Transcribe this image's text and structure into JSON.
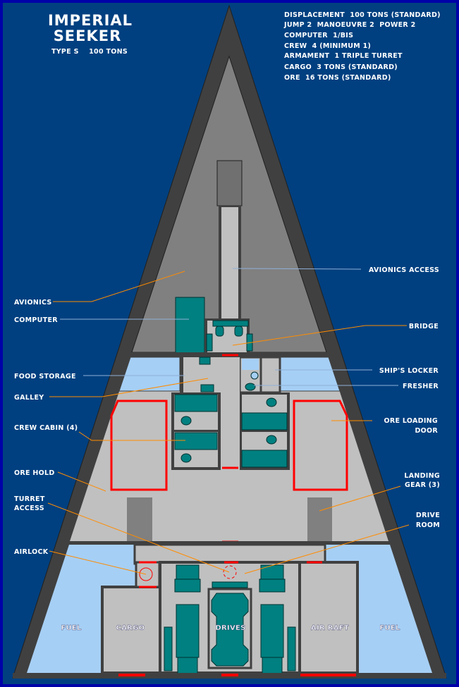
{
  "title": {
    "line1": "IMPERIAL",
    "line2": "SEEKER",
    "subtitle": "TYPE S    100 TONS"
  },
  "specs": [
    "DISPLACEMENT  100 TONS (STANDARD)",
    "JUMP 2  MANOEUVRE 2  POWER 2",
    "COMPUTER  1/BIS",
    "CREW  4 (MINIMUM 1)",
    "ARMAMENT  1 TRIPLE TURRET",
    "CARGO  3 TONS (STANDARD)",
    "ORE  16 TONS (STANDARD)"
  ],
  "labels_left": {
    "avionics": "AVIONICS",
    "computer": "COMPUTER",
    "food_storage": "FOOD STORAGE",
    "galley": "GALLEY",
    "crew_cabin": "CREW CABIN (4)",
    "ore_hold": "ORE HOLD",
    "turret_access_1": "TURRET",
    "turret_access_2": "ACCESS",
    "airlock": "AIRLOCK"
  },
  "labels_right": {
    "avionics_access": "AVIONICS ACCESS",
    "bridge": "BRIDGE",
    "ships_locker": "SHIP'S LOCKER",
    "fresher": "FRESHER",
    "ore_loading_1": "ORE LOADING",
    "ore_loading_2": "DOOR",
    "landing_gear_1": "LANDING",
    "landing_gear_2": "GEAR (3)",
    "drive_room_1": "DRIVE",
    "drive_room_2": "ROOM"
  },
  "rooms": {
    "fuel_left": "FUEL",
    "cargo": "CARGO",
    "drives": "DRIVES",
    "air_raft": "AIR RAFT",
    "fuel_right": "FUEL"
  },
  "colors": {
    "background": "#004080",
    "hull": "#404040",
    "floor": "#c0c0c0",
    "fuel": "#a6cff5",
    "equipment": "#008080",
    "door": "#ff0000",
    "leader": "#ff8c00"
  }
}
